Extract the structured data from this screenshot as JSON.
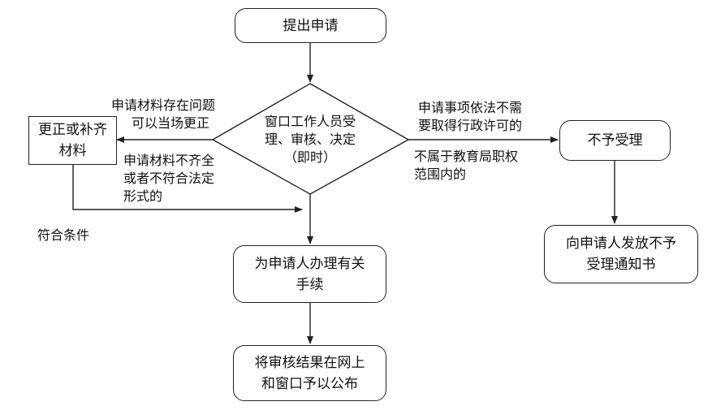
{
  "nodes": {
    "submit": "提出申请",
    "review": [
      "窗口工作人员受",
      "理、审核、决定",
      "（即时）"
    ],
    "correct": [
      "更正或补齐",
      "材料"
    ],
    "reject": "不予受理",
    "notice": [
      "向申请人发放不予",
      "受理通知书"
    ],
    "handle": [
      "为申请人办理有关",
      "手续"
    ],
    "publish": [
      "将审核结果在网上",
      "和窗口予以公布"
    ]
  },
  "labels": {
    "material_issue": [
      "申请材料存在问题",
      "可以当场更正"
    ],
    "material_incomplete": [
      "申请材料不齐全",
      "或者不符合法定",
      "形式的"
    ],
    "meets_conditions": "符合条件",
    "no_license": [
      "申请事项依法不需",
      "要取得行政许可的"
    ],
    "out_of_scope": [
      "不属于教育局职权",
      "范围内的"
    ]
  }
}
